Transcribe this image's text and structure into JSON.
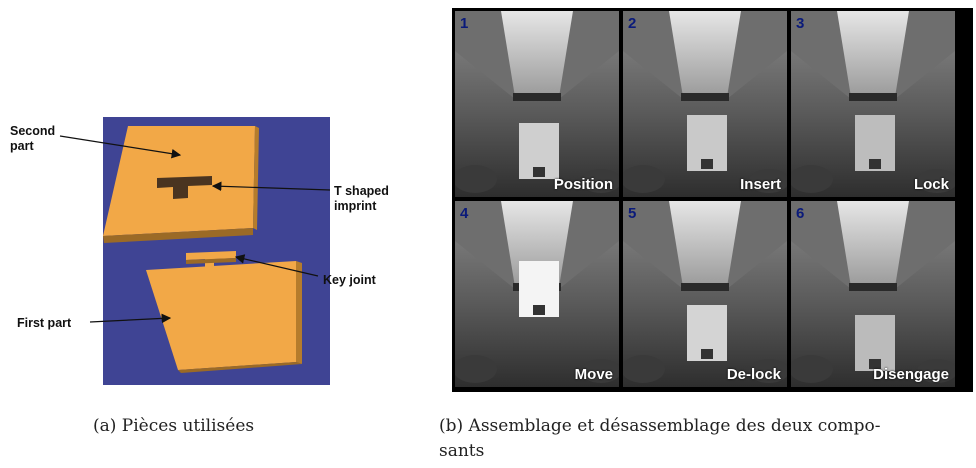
{
  "figure_a": {
    "labels": {
      "second_part": "Second\npart",
      "t_imprint": "T shaped\nimprint",
      "key_joint": "Key joint",
      "first_part": "First part"
    },
    "caption": "(a)  Pièces utilisées",
    "colors": {
      "background": "#3f4494",
      "part": "#f2a847",
      "part_edge": "#9b6a26"
    }
  },
  "figure_b": {
    "frames": [
      {
        "number": "1",
        "label": "Position"
      },
      {
        "number": "2",
        "label": "Insert"
      },
      {
        "number": "3",
        "label": "Lock"
      },
      {
        "number": "4",
        "label": "Move"
      },
      {
        "number": "5",
        "label": "De-lock"
      },
      {
        "number": "6",
        "label": "Disengage"
      }
    ],
    "caption_line1": "(b)  Assemblage et désassemblage des deux compo-",
    "caption_line2": "sants",
    "colors": {
      "number": "#0a1a7a",
      "label": "#ffffff"
    }
  }
}
